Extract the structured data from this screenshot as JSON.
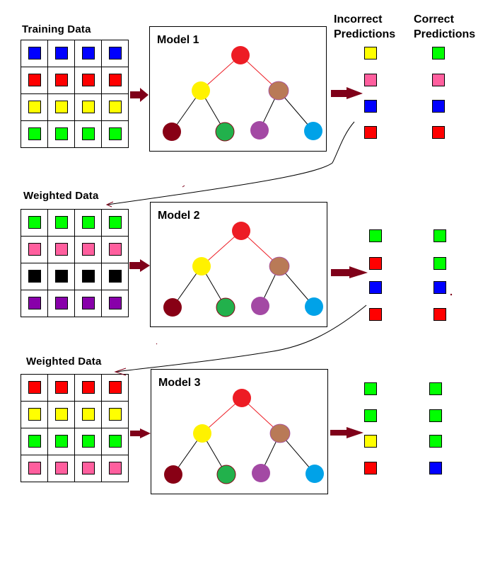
{
  "headers": {
    "incorrect": [
      "Incorrect",
      "Predictions"
    ],
    "correct": [
      "Correct",
      "Predictions"
    ]
  },
  "colors": {
    "blue": "#0000ff",
    "red": "#ff0000",
    "yellow": "#ffff00",
    "green": "#00ff00",
    "pink": "#ff5f9e",
    "black": "#000000",
    "purple": "#8800aa",
    "arrow": "#7f0019"
  },
  "tree_node_colors": {
    "root": "#ed1c24",
    "left": "#fff200",
    "right": "#b97a57",
    "leaf1": "#880015",
    "leaf2": "#22b14c",
    "leaf3": "#a349a4",
    "leaf4": "#00a2e8"
  },
  "stages": [
    {
      "data_title": "Training Data",
      "model_title": "Model 1",
      "grid_rows": [
        "blue",
        "red",
        "yellow",
        "green"
      ],
      "incorrect": [
        "yellow",
        "pink",
        "blue",
        "red"
      ],
      "correct": [
        "green",
        "pink",
        "blue",
        "red"
      ]
    },
    {
      "data_title": "Weighted Data",
      "model_title": "Model 2",
      "grid_rows": [
        "green",
        "pink",
        "black",
        "purple"
      ],
      "incorrect": [
        "green",
        "red",
        "blue",
        "red"
      ],
      "correct": [
        "green",
        "green",
        "blue",
        "red"
      ]
    },
    {
      "data_title": "Weighted Data",
      "model_title": "Model 3",
      "grid_rows": [
        "red",
        "yellow",
        "green",
        "pink"
      ],
      "incorrect": [
        "green",
        "green",
        "yellow",
        "red"
      ],
      "correct": [
        "green",
        "green",
        "green",
        "blue"
      ]
    }
  ]
}
